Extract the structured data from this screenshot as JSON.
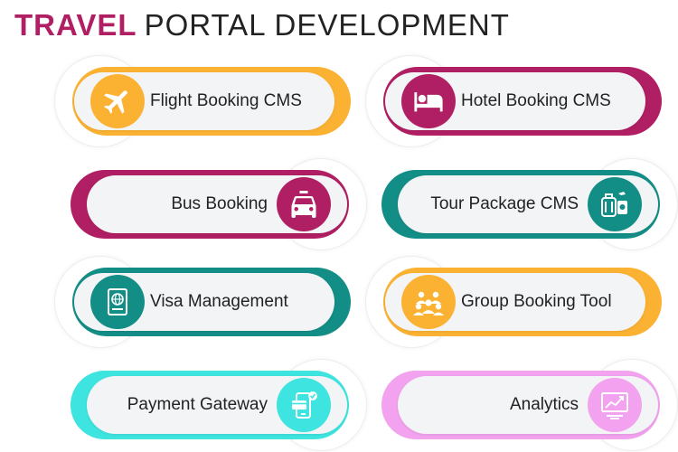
{
  "title": {
    "highlight": "TRAVEL",
    "rest": "PORTAL DEVELOPMENT"
  },
  "colors": {
    "yellow": "#fbb232",
    "magenta": "#b01f63",
    "teal": "#138e86",
    "cyan": "#3ee4df",
    "pink": "#f2a2ee"
  },
  "cards": [
    {
      "label": "Flight Booking CMS",
      "icon": "airplane-icon",
      "color": "#fbb232"
    },
    {
      "label": "Hotel Booking CMS",
      "icon": "bed-icon",
      "color": "#b01f63"
    },
    {
      "label": "Bus Booking",
      "icon": "taxi-icon",
      "color": "#b01f63"
    },
    {
      "label": "Tour Package CMS",
      "icon": "luggage-icon",
      "color": "#138e86"
    },
    {
      "label": "Visa Management",
      "icon": "passport-icon",
      "color": "#138e86"
    },
    {
      "label": "Group Booking Tool",
      "icon": "group-icon",
      "color": "#fbb232"
    },
    {
      "label": "Payment Gateway",
      "icon": "mobile-payment-icon",
      "color": "#3ee4df"
    },
    {
      "label": "Analytics",
      "icon": "chart-icon",
      "color": "#f2a2ee"
    }
  ]
}
